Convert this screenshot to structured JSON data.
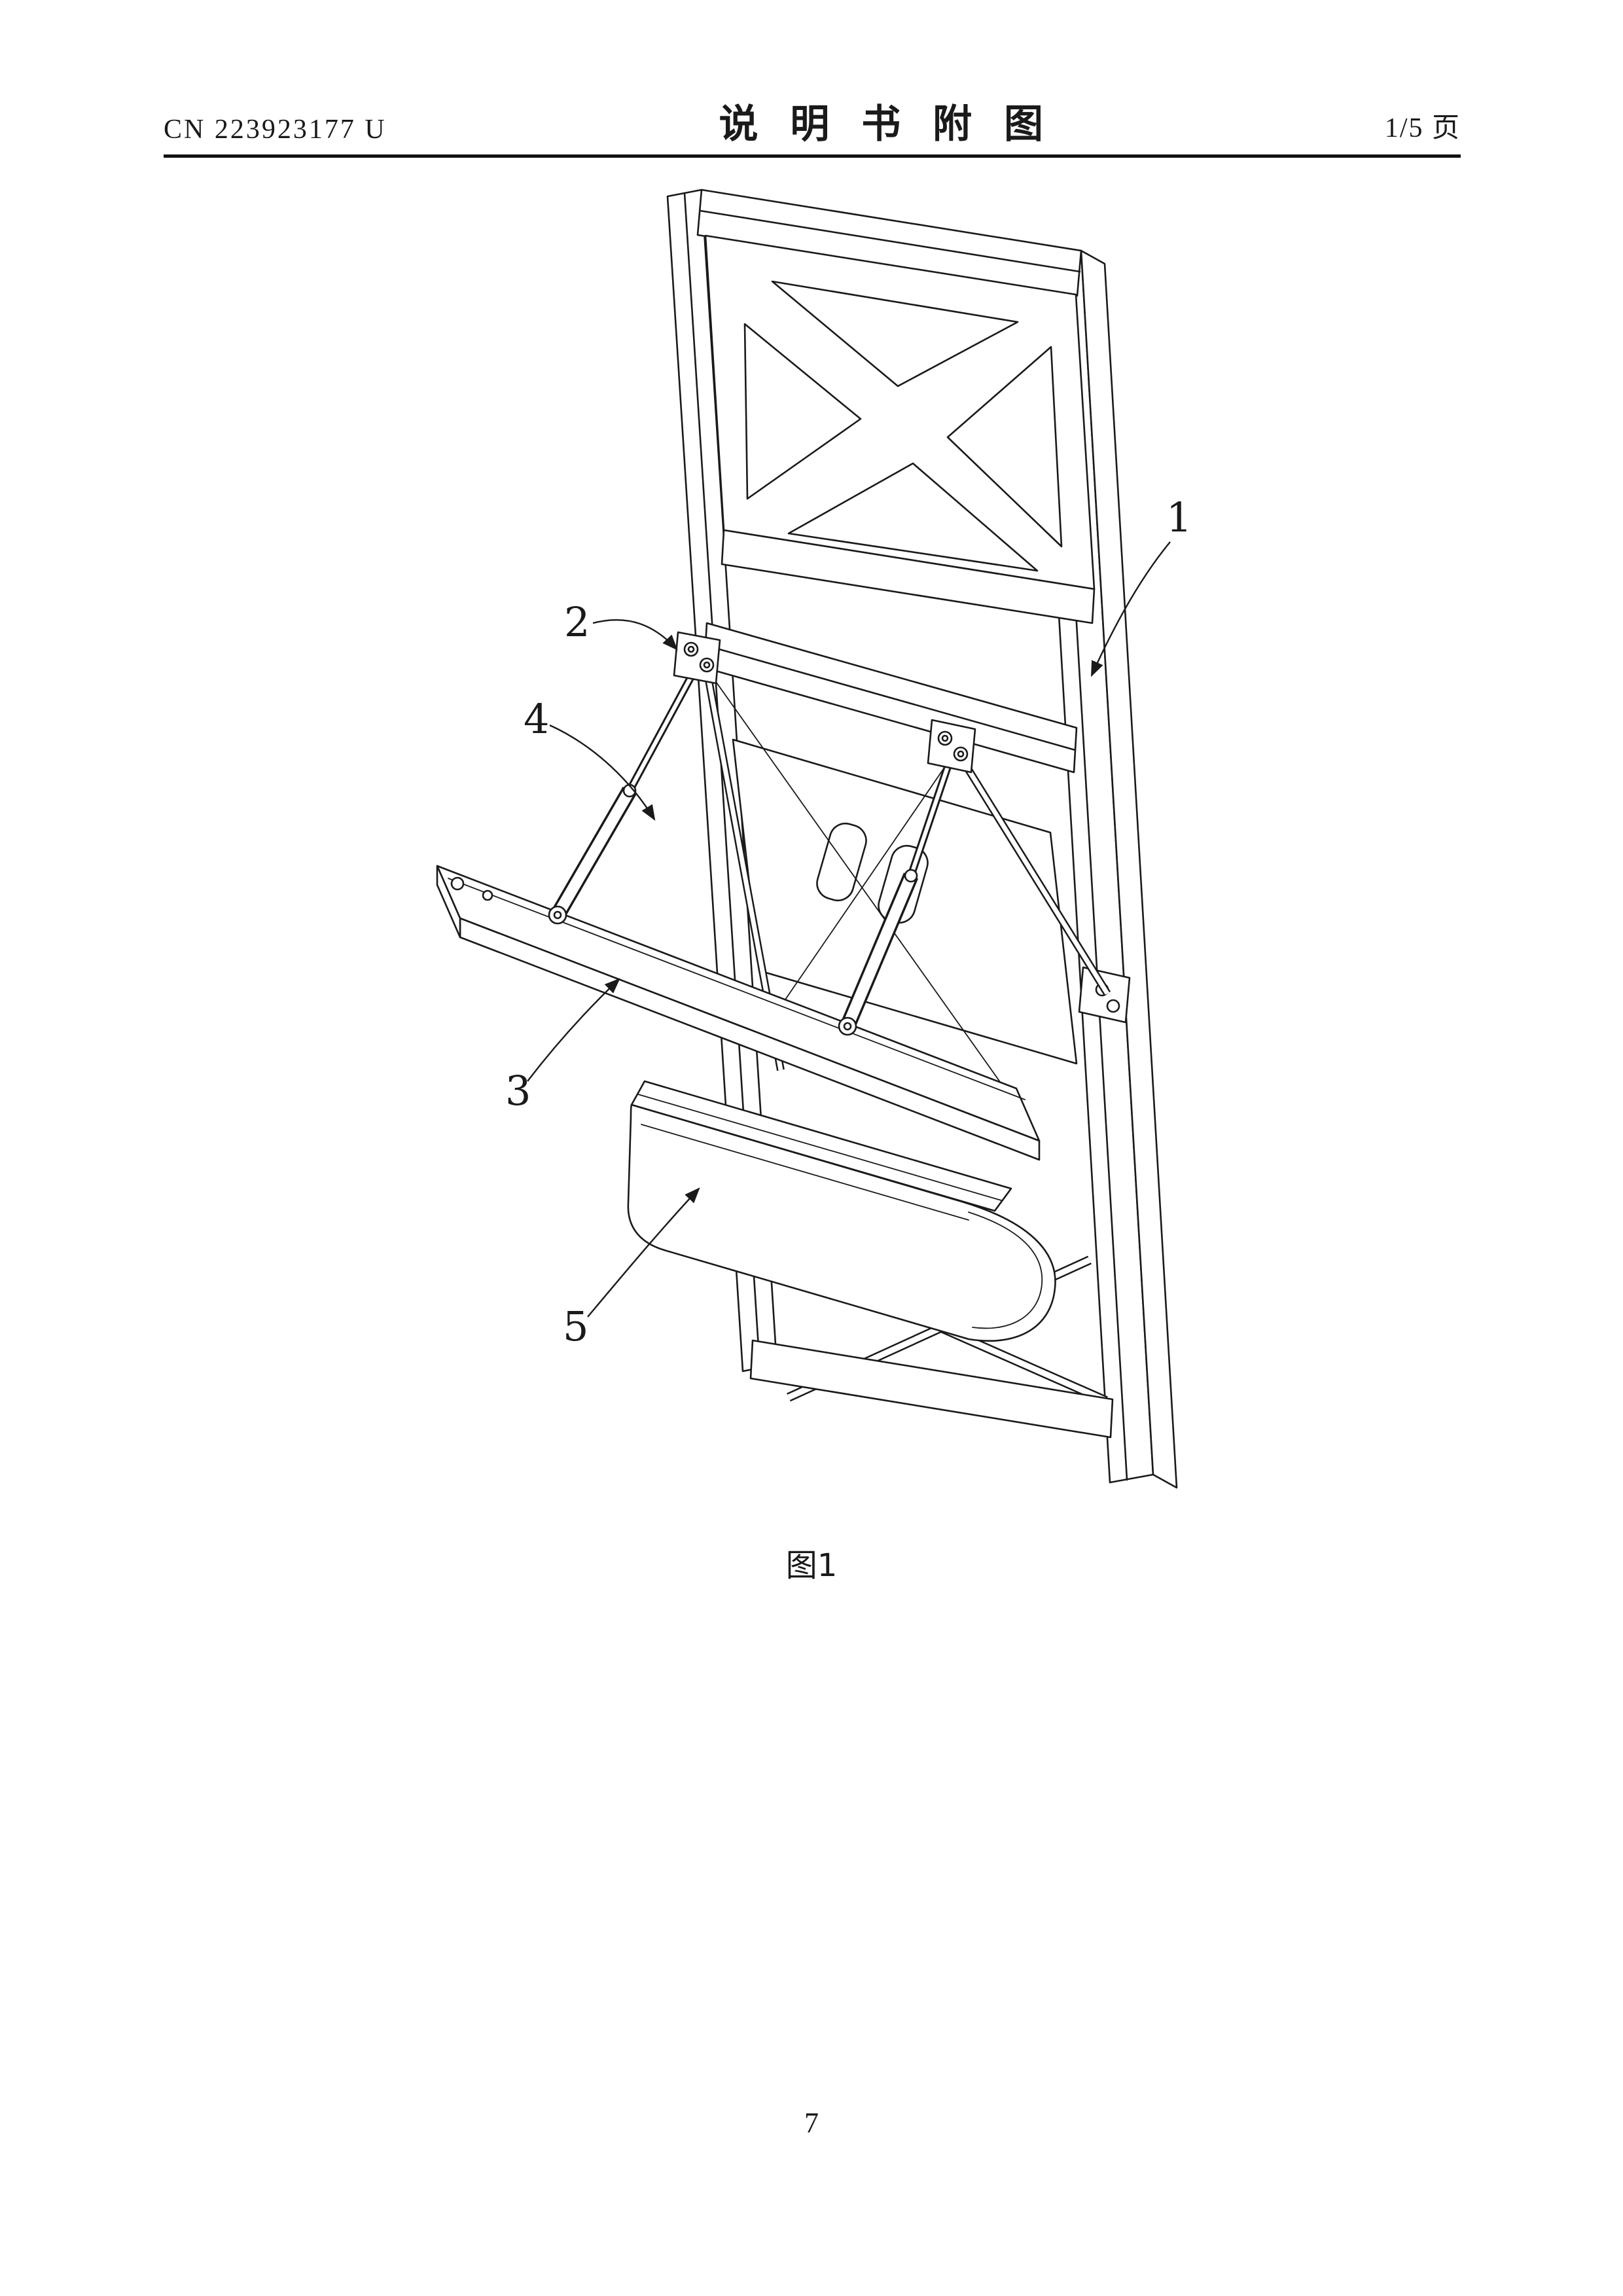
{
  "header": {
    "doc_number": "CN 223923177 U",
    "title": "说  明  书  附  图",
    "page_indicator": "1/5 页"
  },
  "figure": {
    "caption": "图1",
    "ref_labels": [
      "1",
      "2",
      "3",
      "4",
      "5"
    ]
  },
  "footer": {
    "page_number": "7"
  }
}
